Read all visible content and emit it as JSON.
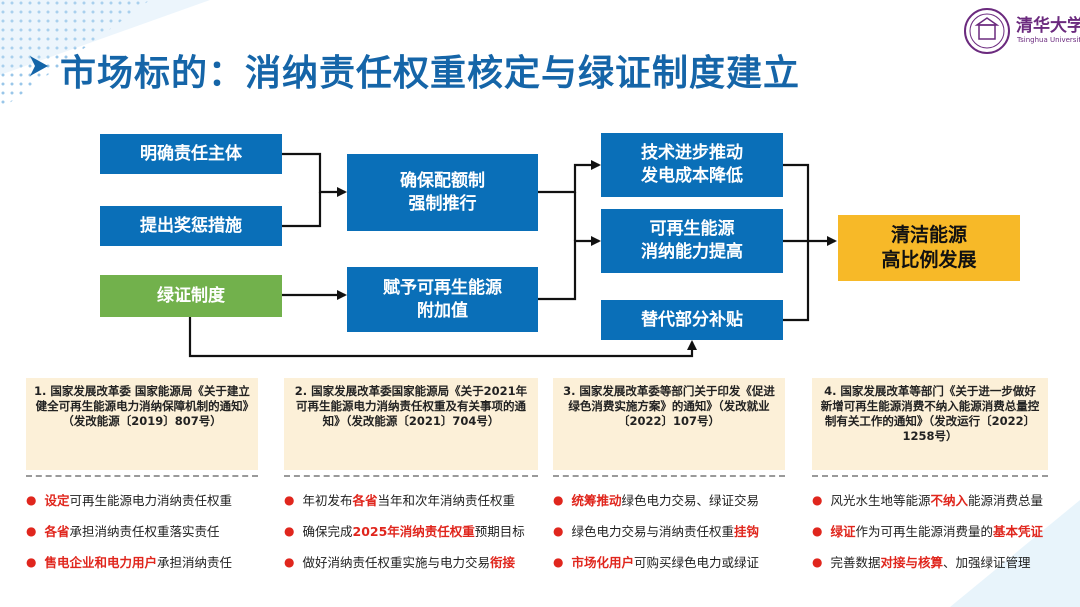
{
  "title": "市场标的：消纳责任权重核定与绿证制度建立",
  "logo": {
    "text": "清华大学",
    "sub": "Tsinghua University"
  },
  "flow": {
    "left": [
      "明确责任主体",
      "提出奖惩措施",
      "绿证制度"
    ],
    "mid": [
      "确保配额制\n强制推行",
      "赋予可再生能源\n附加值"
    ],
    "right": [
      "技术进步推动\n发电成本降低",
      "可再生能源\n消纳能力提高",
      "替代部分补贴"
    ],
    "goal": "清洁能源\n高比例发展"
  },
  "docs": [
    "1. 国家发展改革委 国家能源局《关于建立健全可再生能源电力消纳保障机制的通知》（发改能源〔2019〕807号）",
    "2. 国家发展改革委国家能源局《关于2021年可再生能源电力消纳责任权重及有关事项的通知》（发改能源〔2021〕704号）",
    "3. 国家发展改革委等部门关于印发《促进绿色消费实施方案》的通知》（发改就业〔2022〕107号）",
    "4. 国家发展改革等部门《关于进一步做好新增可再生能源消费不纳入能源消费总量控制有关工作的通知》（发改运行〔2022〕1258号）"
  ],
  "bullets": [
    [
      [
        {
          "t": "设定",
          "h": true
        },
        {
          "t": "可再生能源电力消纳责任权重",
          "h": false
        }
      ],
      [
        {
          "t": "各省",
          "h": true
        },
        {
          "t": "承担消纳责任权重落实责任",
          "h": false
        }
      ],
      [
        {
          "t": "售电企业和电力用户",
          "h": true
        },
        {
          "t": "承担消纳责任",
          "h": false
        }
      ]
    ],
    [
      [
        {
          "t": "年初发布",
          "h": false
        },
        {
          "t": "各省",
          "h": true
        },
        {
          "t": "当年和次年消纳责任权重",
          "h": false
        }
      ],
      [
        {
          "t": "确保完成",
          "h": false
        },
        {
          "t": "2025年消纳责任权重",
          "h": true
        },
        {
          "t": "预期目标",
          "h": false
        }
      ],
      [
        {
          "t": "做好消纳责任权重实施与电力交易",
          "h": false
        },
        {
          "t": "衔接",
          "h": true
        }
      ]
    ],
    [
      [
        {
          "t": "统筹推动",
          "h": true
        },
        {
          "t": "绿色电力交易、绿证交易",
          "h": false
        }
      ],
      [
        {
          "t": "绿色电力交易与消纳责任权重",
          "h": false
        },
        {
          "t": "挂钩",
          "h": true
        }
      ],
      [
        {
          "t": "市场化用户",
          "h": true
        },
        {
          "t": "可购买绿色电力或绿证",
          "h": false
        }
      ]
    ],
    [
      [
        {
          "t": "风光水生地等能源",
          "h": false
        },
        {
          "t": "不纳入",
          "h": true
        },
        {
          "t": "能源消费总量",
          "h": false
        }
      ],
      [
        {
          "t": "绿证",
          "h": true
        },
        {
          "t": "作为可再生能源消费量的",
          "h": false
        },
        {
          "t": "基本凭证",
          "h": true
        }
      ],
      [
        {
          "t": "完善数据",
          "h": false
        },
        {
          "t": "对接与核算",
          "h": true
        },
        {
          "t": "、加强绿证管理",
          "h": false
        }
      ]
    ]
  ],
  "colors": {
    "blue": "#0a6fb8",
    "green": "#72b14c",
    "gold": "#f7b928",
    "title": "#1565a8",
    "highlight": "#e0261d",
    "purple": "#6b2a7e"
  }
}
